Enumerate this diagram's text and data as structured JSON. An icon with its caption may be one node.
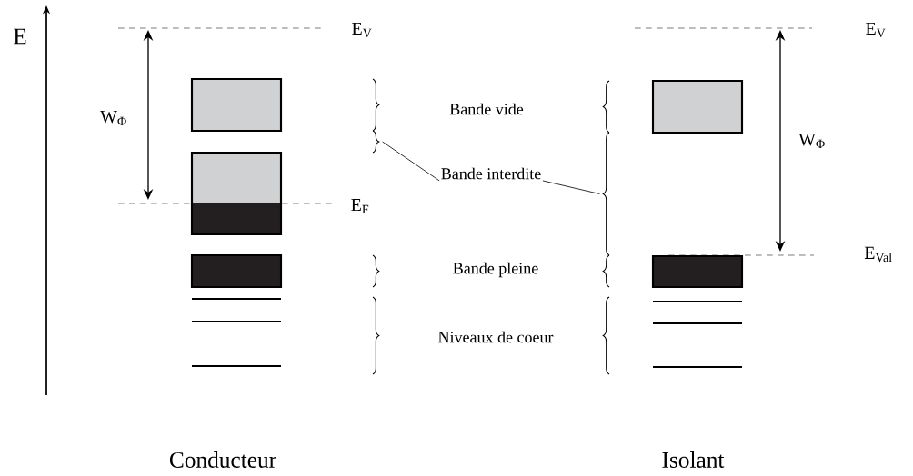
{
  "diagram": {
    "nodes": [
      {
        "text": [
          "Bande interdite"
        ]
      },
      {
        "text": [],
        "shape": "brace"
      },
      {
        "text": [],
        "shape": "brace"
      }
    ],
    "edges": [
      {
        "from": 0,
        "to": 1,
        "arrow": "none"
      },
      {
        "from": 0,
        "to": 2,
        "arrow": "none"
      }
    ],
    "labels": [
      "E",
      "E$_{V}$",
      "E$_{V}$",
      "W$_{Φ}$",
      "Bande vide",
      "W$_{Φ}$",
      "E$_{F}$",
      "E$_{Val}$",
      "Bande pleine",
      "Niveaux de coeur",
      "Conducteur",
      "Isolant"
    ]
  }
}
